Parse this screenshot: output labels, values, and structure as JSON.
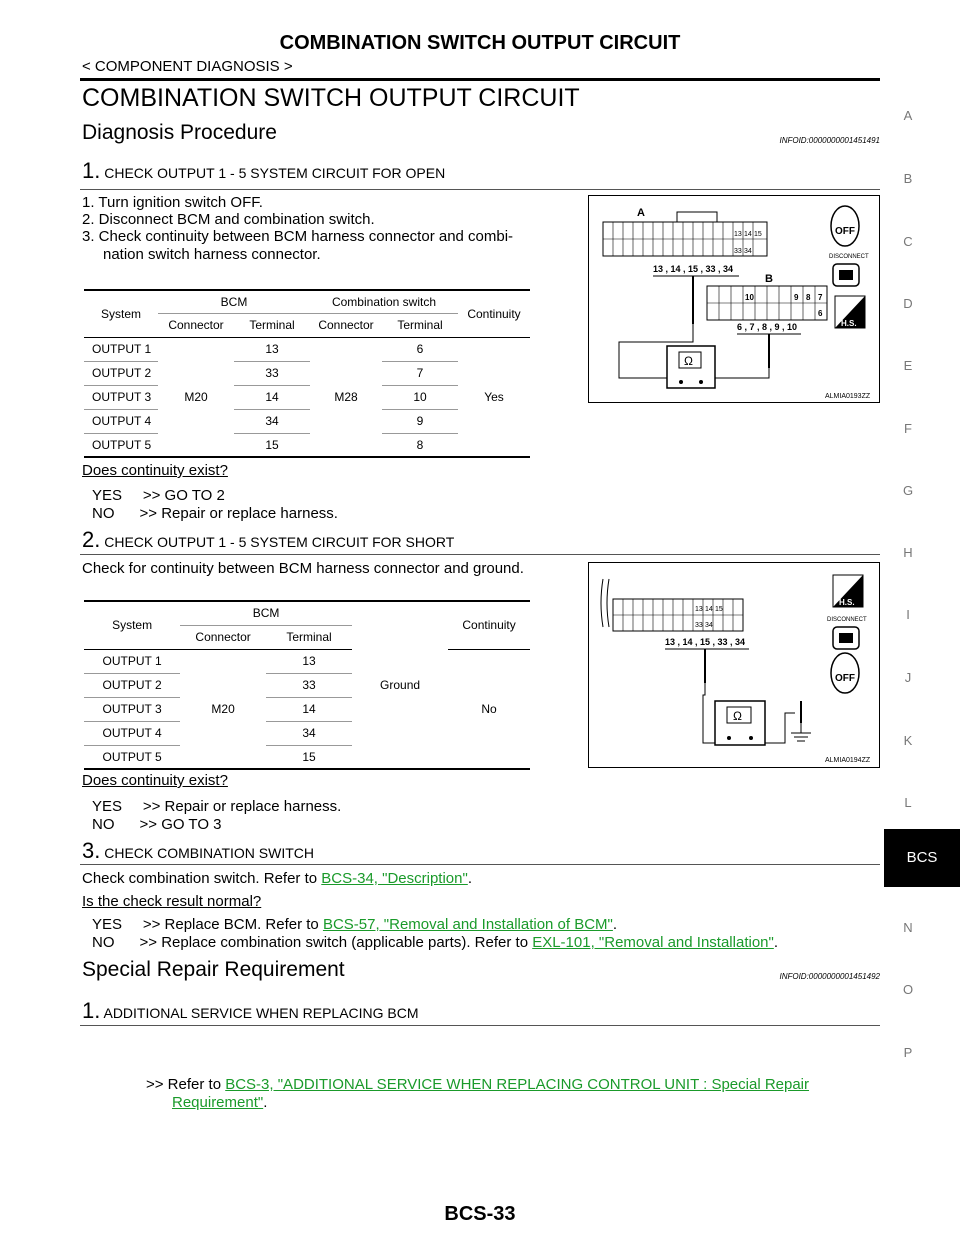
{
  "header": {
    "title": "COMBINATION SWITCH OUTPUT CIRCUIT",
    "subtitle": "< COMPONENT DIAGNOSIS >"
  },
  "page_title": "COMBINATION SWITCH OUTPUT CIRCUIT",
  "diagnosis": {
    "heading": "Diagnosis Procedure",
    "infoid": "INFOID:0000000001451491"
  },
  "step1": {
    "num": "1.",
    "title": "CHECK OUTPUT 1 - 5 SYSTEM CIRCUIT FOR OPEN",
    "lines": [
      "1.  Turn ignition switch OFF.",
      "2.  Disconnect BCM and combination switch.",
      "3.  Check continuity between BCM harness connector and combi-",
      "nation switch harness connector."
    ],
    "table": {
      "h_system": "System",
      "h_bcm": "BCM",
      "h_combo": "Combination switch",
      "h_cont": "Continuity",
      "h_conn": "Connector",
      "h_term": "Terminal",
      "h_conn2": "Connector",
      "h_term2": "Terminal",
      "bcm_conn": "M20",
      "combo_conn": "M28",
      "continuity": "Yes",
      "rows": [
        {
          "system": "OUTPUT 1",
          "bcm": "13",
          "combo": "6"
        },
        {
          "system": "OUTPUT 2",
          "bcm": "33",
          "combo": "7"
        },
        {
          "system": "OUTPUT 3",
          "bcm": "14",
          "combo": "10"
        },
        {
          "system": "OUTPUT 4",
          "bcm": "34",
          "combo": "9"
        },
        {
          "system": "OUTPUT 5",
          "bcm": "15",
          "combo": "8"
        }
      ]
    },
    "figure": {
      "a": "A",
      "b": "B",
      "term_a": "13 , 14 , 15 , 33 , 34",
      "term_b": "6 , 7 , 8 , 9 , 10",
      "off": "OFF",
      "disc": "DISCONNECT",
      "hs": "H.S.",
      "id": "ALMIA0193ZZ",
      "pa": [
        "13",
        "14",
        "15",
        "33",
        "34"
      ],
      "pb": [
        "10",
        "9",
        "8",
        "7",
        "6"
      ]
    },
    "question": "Does continuity exist?",
    "yes": "YES     >> GO TO 2",
    "no": "NO      >> Repair or replace harness."
  },
  "step2": {
    "num": "2.",
    "title": "CHECK OUTPUT 1 - 5 SYSTEM CIRCUIT FOR SHORT",
    "line": "Check for continuity between BCM harness connector and ground.",
    "table": {
      "h_system": "System",
      "h_bcm": "BCM",
      "h_cont": "Continuity",
      "h_conn": "Connector",
      "h_term": "Terminal",
      "bcm_conn": "M20",
      "ground": "Ground",
      "continuity": "No",
      "rows": [
        {
          "system": "OUTPUT 1",
          "bcm": "13"
        },
        {
          "system": "OUTPUT 2",
          "bcm": "33"
        },
        {
          "system": "OUTPUT 3",
          "bcm": "14"
        },
        {
          "system": "OUTPUT 4",
          "bcm": "34"
        },
        {
          "system": "OUTPUT 5",
          "bcm": "15"
        }
      ]
    },
    "figure": {
      "term": "13 , 14 , 15 , 33 , 34",
      "hs": "H.S.",
      "disc": "DISCONNECT",
      "off": "OFF",
      "id": "ALMIA0194ZZ",
      "pa": [
        "13",
        "14",
        "15",
        "33",
        "34"
      ]
    },
    "question": "Does continuity exist?",
    "yes": "YES     >> Repair or replace harness.",
    "no": "NO      >> GO TO 3"
  },
  "step3": {
    "num": "3.",
    "title": "CHECK COMBINATION SWITCH",
    "line_pre": "Check combination switch. Refer to ",
    "line_link": "BCS-34, \"Description\"",
    "line_post": ".",
    "question": "Is the check result normal?",
    "yes_pre": "YES     >> Replace BCM. Refer to ",
    "yes_link": "BCS-57, \"Removal and Installation of BCM\"",
    "yes_post": ".",
    "no_pre": "NO      >> Replace combination switch (applicable parts). Refer to ",
    "no_link": "EXL-101, \"Removal and Installation\"",
    "no_post": "."
  },
  "special": {
    "heading": "Special Repair Requirement",
    "infoid": "INFOID:0000000001451492"
  },
  "step4": {
    "num": "1.",
    "title": "ADDITIONAL SERVICE WHEN REPLACING BCM",
    "pre": ">> Refer to ",
    "link1": "BCS-3, \"ADDITIONAL SERVICE WHEN REPLACING CONTROL UNIT : Special Repair",
    "link2": "Requirement\"",
    "post": "."
  },
  "side_index": [
    "A",
    "B",
    "C",
    "D",
    "E",
    "F",
    "G",
    "H",
    "I",
    "J",
    "K",
    "L",
    "N",
    "O",
    "P"
  ],
  "side_tab": "BCS",
  "footer": "BCS-33",
  "colors": {
    "link": "#1a9a2a",
    "tab": "#000000"
  }
}
